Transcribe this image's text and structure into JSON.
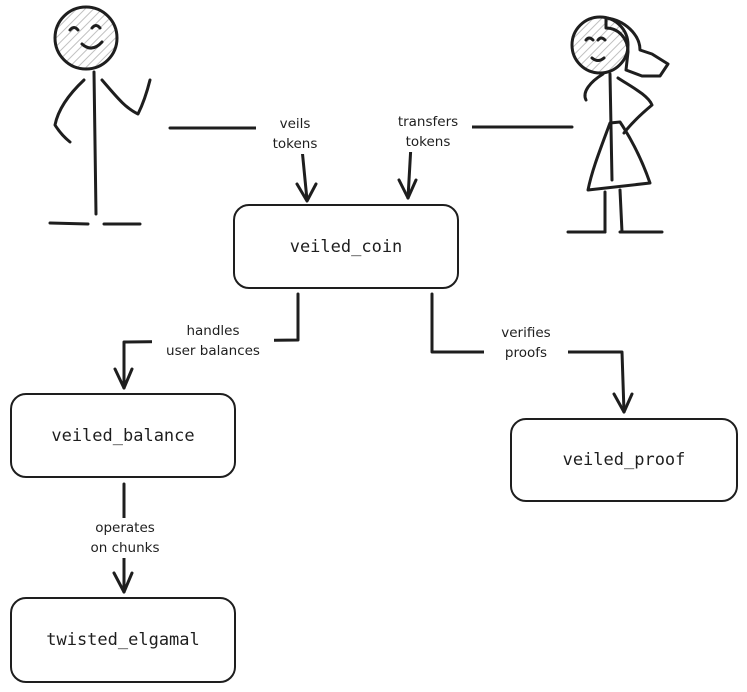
{
  "nodes": {
    "veiled_coin": "veiled_coin",
    "veiled_balance": "veiled_balance",
    "veiled_proof": "veiled_proof",
    "twisted_elgamal": "twisted_elgamal"
  },
  "edges": {
    "veils_1": "veils",
    "veils_2": "tokens",
    "transfers_1": "transfers",
    "transfers_2": "tokens",
    "handles_1": "handles",
    "handles_2": "user balances",
    "verifies_1": "verifies",
    "verifies_2": "proofs",
    "operates_1": "operates",
    "operates_2": "on chunks"
  },
  "colors": {
    "stroke": "#1e1e1e",
    "accent": "#f5a300",
    "hatch": "#bfbfbf"
  },
  "icons": [
    "stick-figure-man",
    "stick-figure-woman"
  ]
}
